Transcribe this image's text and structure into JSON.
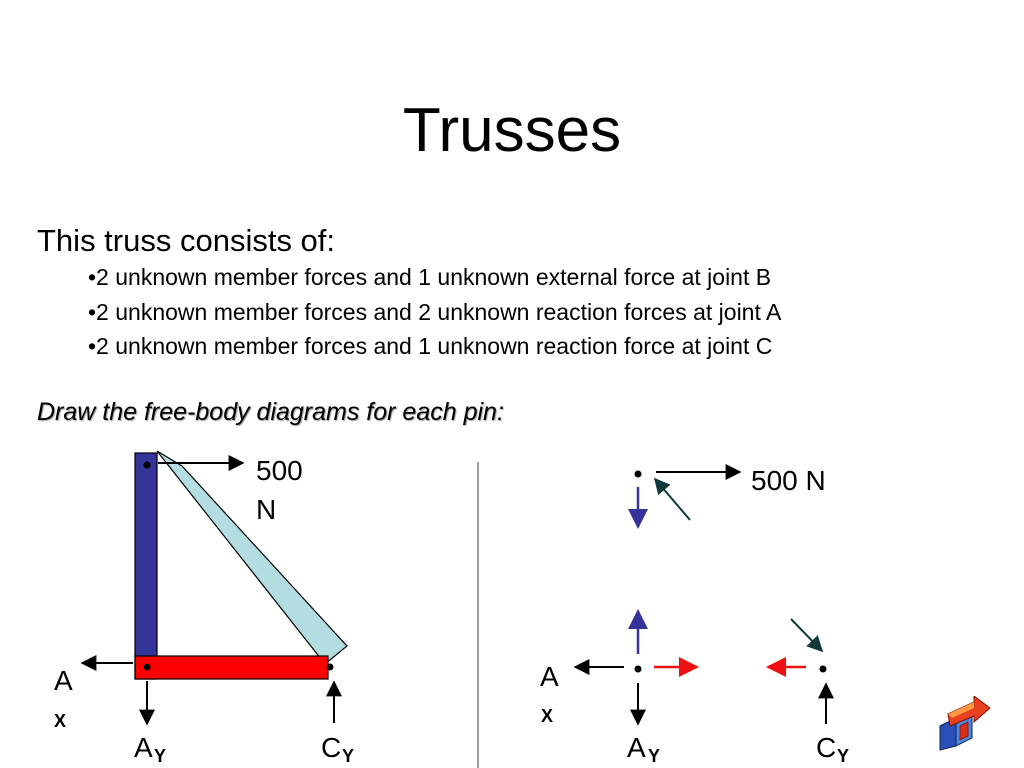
{
  "slide": {
    "title": "Trusses",
    "intro": "This truss consists of:",
    "bullets": [
      "•2 unknown member forces and 1 unknown external force at joint B",
      "•2 unknown member forces and 2 unknown reaction forces at joint A",
      "•2 unknown member forces and 1 unknown reaction force at joint C"
    ],
    "instruction": "Draw the free-body diagrams for each pin:"
  },
  "truss_diagram": {
    "load_line1": "500",
    "load_line2": "N",
    "ax_letter": "A",
    "ax_sub": "X",
    "ay_letter": "A",
    "ay_sub": "Y",
    "cy_letter": "C",
    "cy_sub": "Y"
  },
  "fbd_diagram": {
    "load_label": "500 N",
    "ax_letter": "A",
    "ax_sub": "X",
    "ay_letter": "A",
    "ay_sub": "Y",
    "cy_letter": "C",
    "cy_sub": "Y"
  },
  "colors": {
    "vertical_member": "#333399",
    "diagonal_member": "#b3dde0",
    "horizontal_member": "#ff0000",
    "vertical_force_arrow": "#333399",
    "horizontal_force_arrow": "#ee1111",
    "diagonal_force_arrow": "#103838",
    "divider": "#808080"
  },
  "icons": [
    "navigation-arrow-logo"
  ]
}
